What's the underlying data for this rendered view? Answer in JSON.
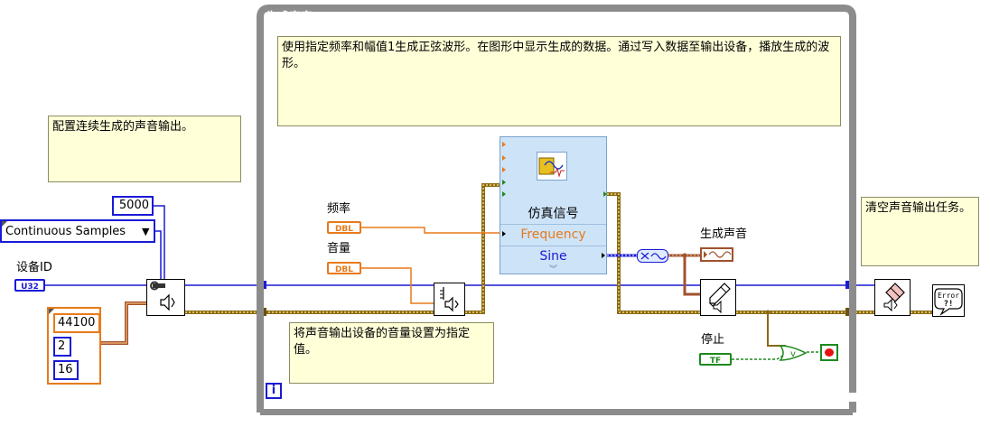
{
  "loop": {
    "title": "生成声音",
    "iteration_terminal": "i",
    "description": "使用指定频率和幅值1生成正弦波形。在图形中显示生成的数据。通过写入数据至输出设备，播放生成的波形。"
  },
  "comments": {
    "config": "配置连续生成的声音输出。",
    "volume": "将声音输出设备的音量设置为指定值。",
    "clear": "清空声音输出任务。"
  },
  "constants": {
    "samples_per_channel": "5000",
    "sample_mode": "Continuous Samples",
    "sample_rate": "44100",
    "channels": "2",
    "bits_per_sample": "16"
  },
  "terminals": {
    "device_id_label": "设备ID",
    "device_id_type": "U32",
    "frequency_label": "频率",
    "volume_label": "音量",
    "dbl_type": "DBL",
    "graph_label": "生成声音",
    "stop_label": "停止",
    "tf_type": "TF"
  },
  "express_vi": {
    "title": "仿真信号",
    "input_frequency": "Frequency",
    "output_sine": "Sine"
  },
  "error_handler": {
    "label": "Error\n?!"
  },
  "colors": {
    "loop_frame": "#8c8c8c",
    "comment_bg": "#ffffd8",
    "int_blue": "#1a1ad6",
    "dbl_orange": "#e87a1a",
    "bool_green": "#1e8a1e",
    "error_wire": "#8b6914",
    "waveform_brown": "#a0522d",
    "express_bg": "#cde3f7"
  }
}
